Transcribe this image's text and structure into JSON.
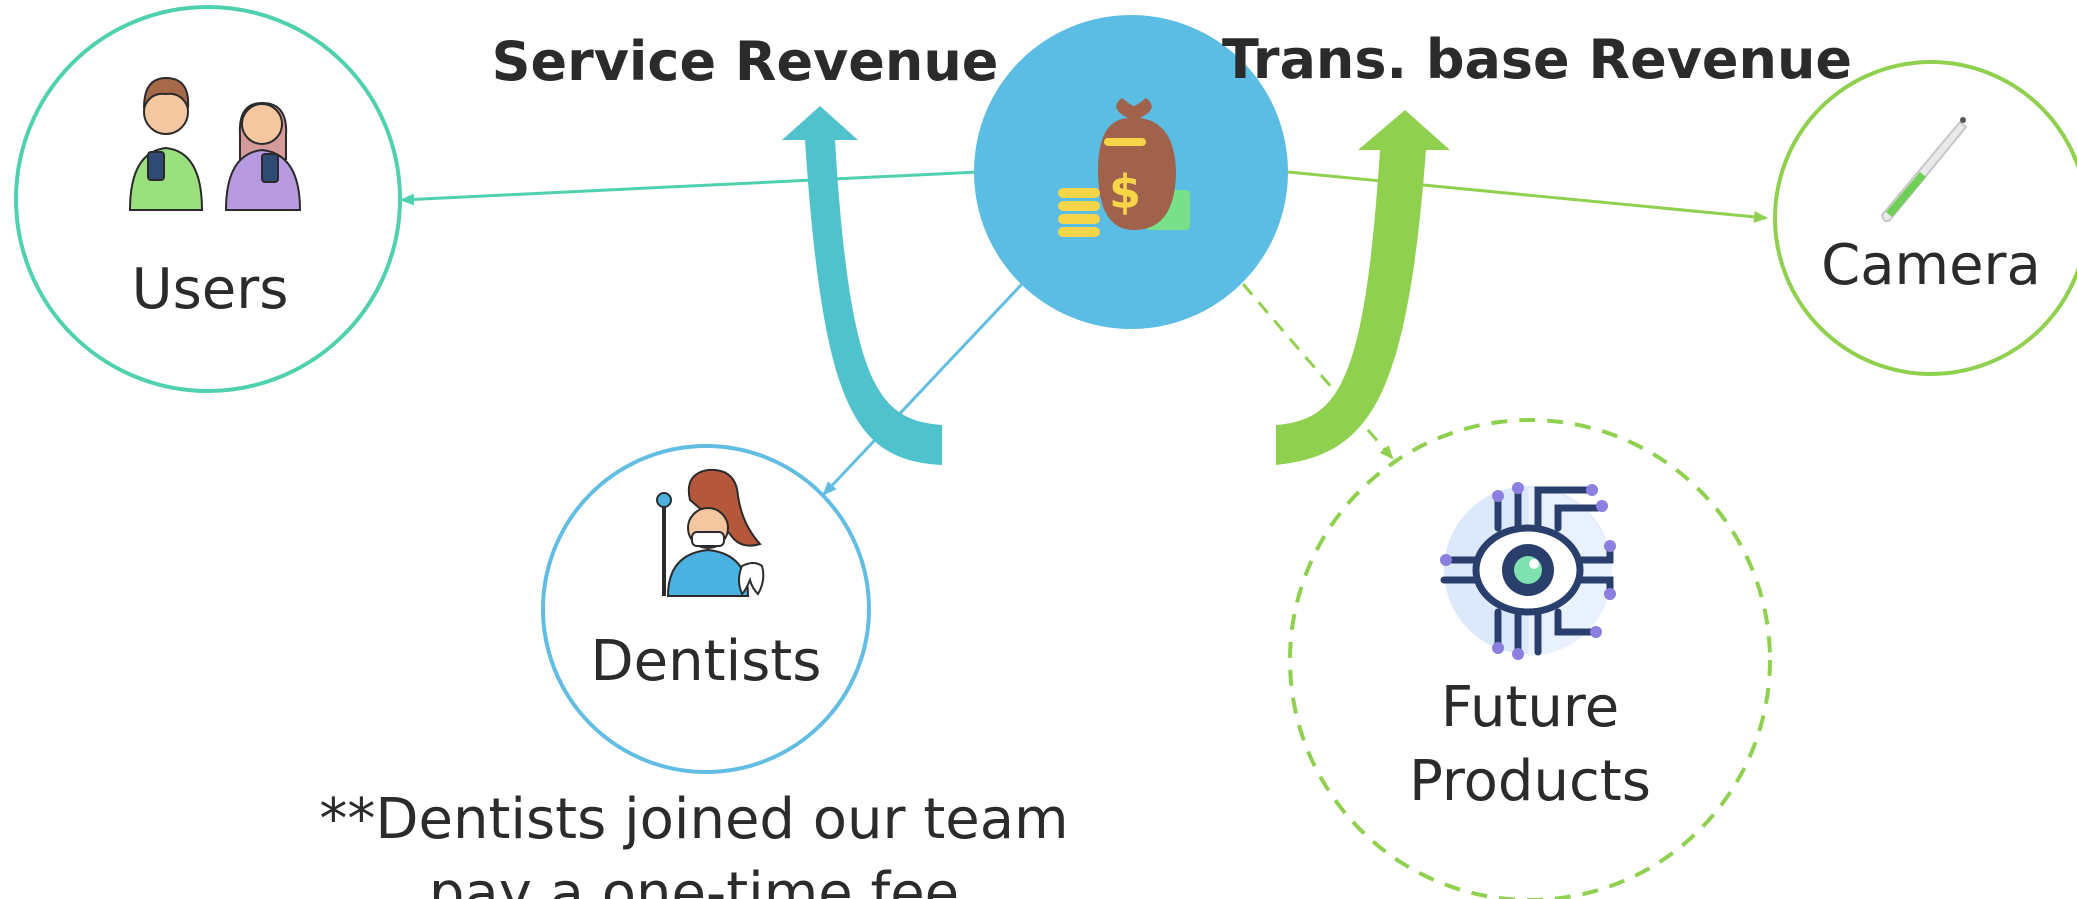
{
  "headings": {
    "service_revenue": "Service Revenue",
    "trans_base_revenue": "Trans. base Revenue"
  },
  "nodes": {
    "users": "Users",
    "dentists": "Dentists",
    "camera": "Camera",
    "future_products_line1": "Future",
    "future_products_line2": "Products"
  },
  "note": {
    "line1": "**Dentists joined our team",
    "line2": "pay a one-time fee"
  },
  "colors": {
    "users_teal": "#4fd1ae",
    "hub_blue": "#5bbde3",
    "dentist_blue": "#62bde3",
    "service_arrow": "#4fc2cc",
    "trans_arrow": "#8fd14f",
    "camera_green": "#8fd14f"
  },
  "icons": {
    "hub": "money-bag-icon",
    "users": "users-with-phones-icon",
    "dentists": "dentist-icon",
    "camera": "intraoral-camera-icon",
    "future_products": "ai-eye-chip-icon"
  }
}
